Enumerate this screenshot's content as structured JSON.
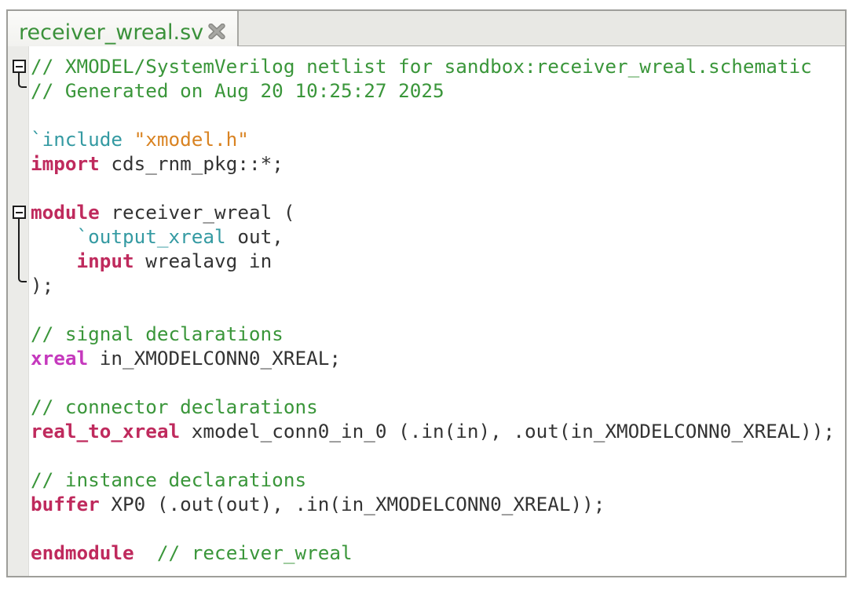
{
  "tab": {
    "title": "receiver_wreal.sv",
    "close_icon": "x"
  },
  "colors": {
    "tab_title": "#3a913a",
    "comment": "#3a963a",
    "keyword": "#bf2a5d",
    "type": "#c539bd",
    "preproc": "#349aa2",
    "string": "#d98322",
    "plain": "#333333"
  },
  "code": {
    "lines": [
      [
        [
          "comment",
          "// XMODEL/SystemVerilog netlist for sandbox:receiver_wreal.schematic"
        ]
      ],
      [
        [
          "comment",
          "// Generated on Aug 20 10:25:27 2025"
        ]
      ],
      [],
      [
        [
          "preproc",
          "`include "
        ],
        [
          "string",
          "\"xmodel.h\""
        ]
      ],
      [
        [
          "keyword",
          "import"
        ],
        [
          "plain",
          " cds_rnm_pkg::*;"
        ]
      ],
      [],
      [
        [
          "keyword",
          "module"
        ],
        [
          "plain",
          " receiver_wreal ("
        ]
      ],
      [
        [
          "plain",
          "    "
        ],
        [
          "preproc",
          "`output_xreal"
        ],
        [
          "plain",
          " out,"
        ]
      ],
      [
        [
          "plain",
          "    "
        ],
        [
          "keyword",
          "input"
        ],
        [
          "plain",
          " wrealavg in"
        ]
      ],
      [
        [
          "plain",
          ");"
        ]
      ],
      [],
      [
        [
          "comment",
          "// signal declarations"
        ]
      ],
      [
        [
          "type",
          "xreal"
        ],
        [
          "plain",
          " in_XMODELCONN0_XREAL;"
        ]
      ],
      [],
      [
        [
          "comment",
          "// connector declarations"
        ]
      ],
      [
        [
          "keyword",
          "real_to_xreal"
        ],
        [
          "plain",
          " xmodel_conn0_in_0 (.in(in), .out(in_XMODELCONN0_XREAL));"
        ]
      ],
      [],
      [
        [
          "comment",
          "// instance declarations"
        ]
      ],
      [
        [
          "keyword",
          "buffer"
        ],
        [
          "plain",
          " XP0 (.out(out), .in(in_XMODELCONN0_XREAL));"
        ]
      ],
      [],
      [
        [
          "keyword",
          "endmodule"
        ],
        [
          "plain",
          "  "
        ],
        [
          "comment",
          "// receiver_wreal"
        ]
      ]
    ],
    "folds": [
      {
        "from": 1,
        "to": 2
      },
      {
        "from": 7,
        "to": 10
      }
    ]
  }
}
